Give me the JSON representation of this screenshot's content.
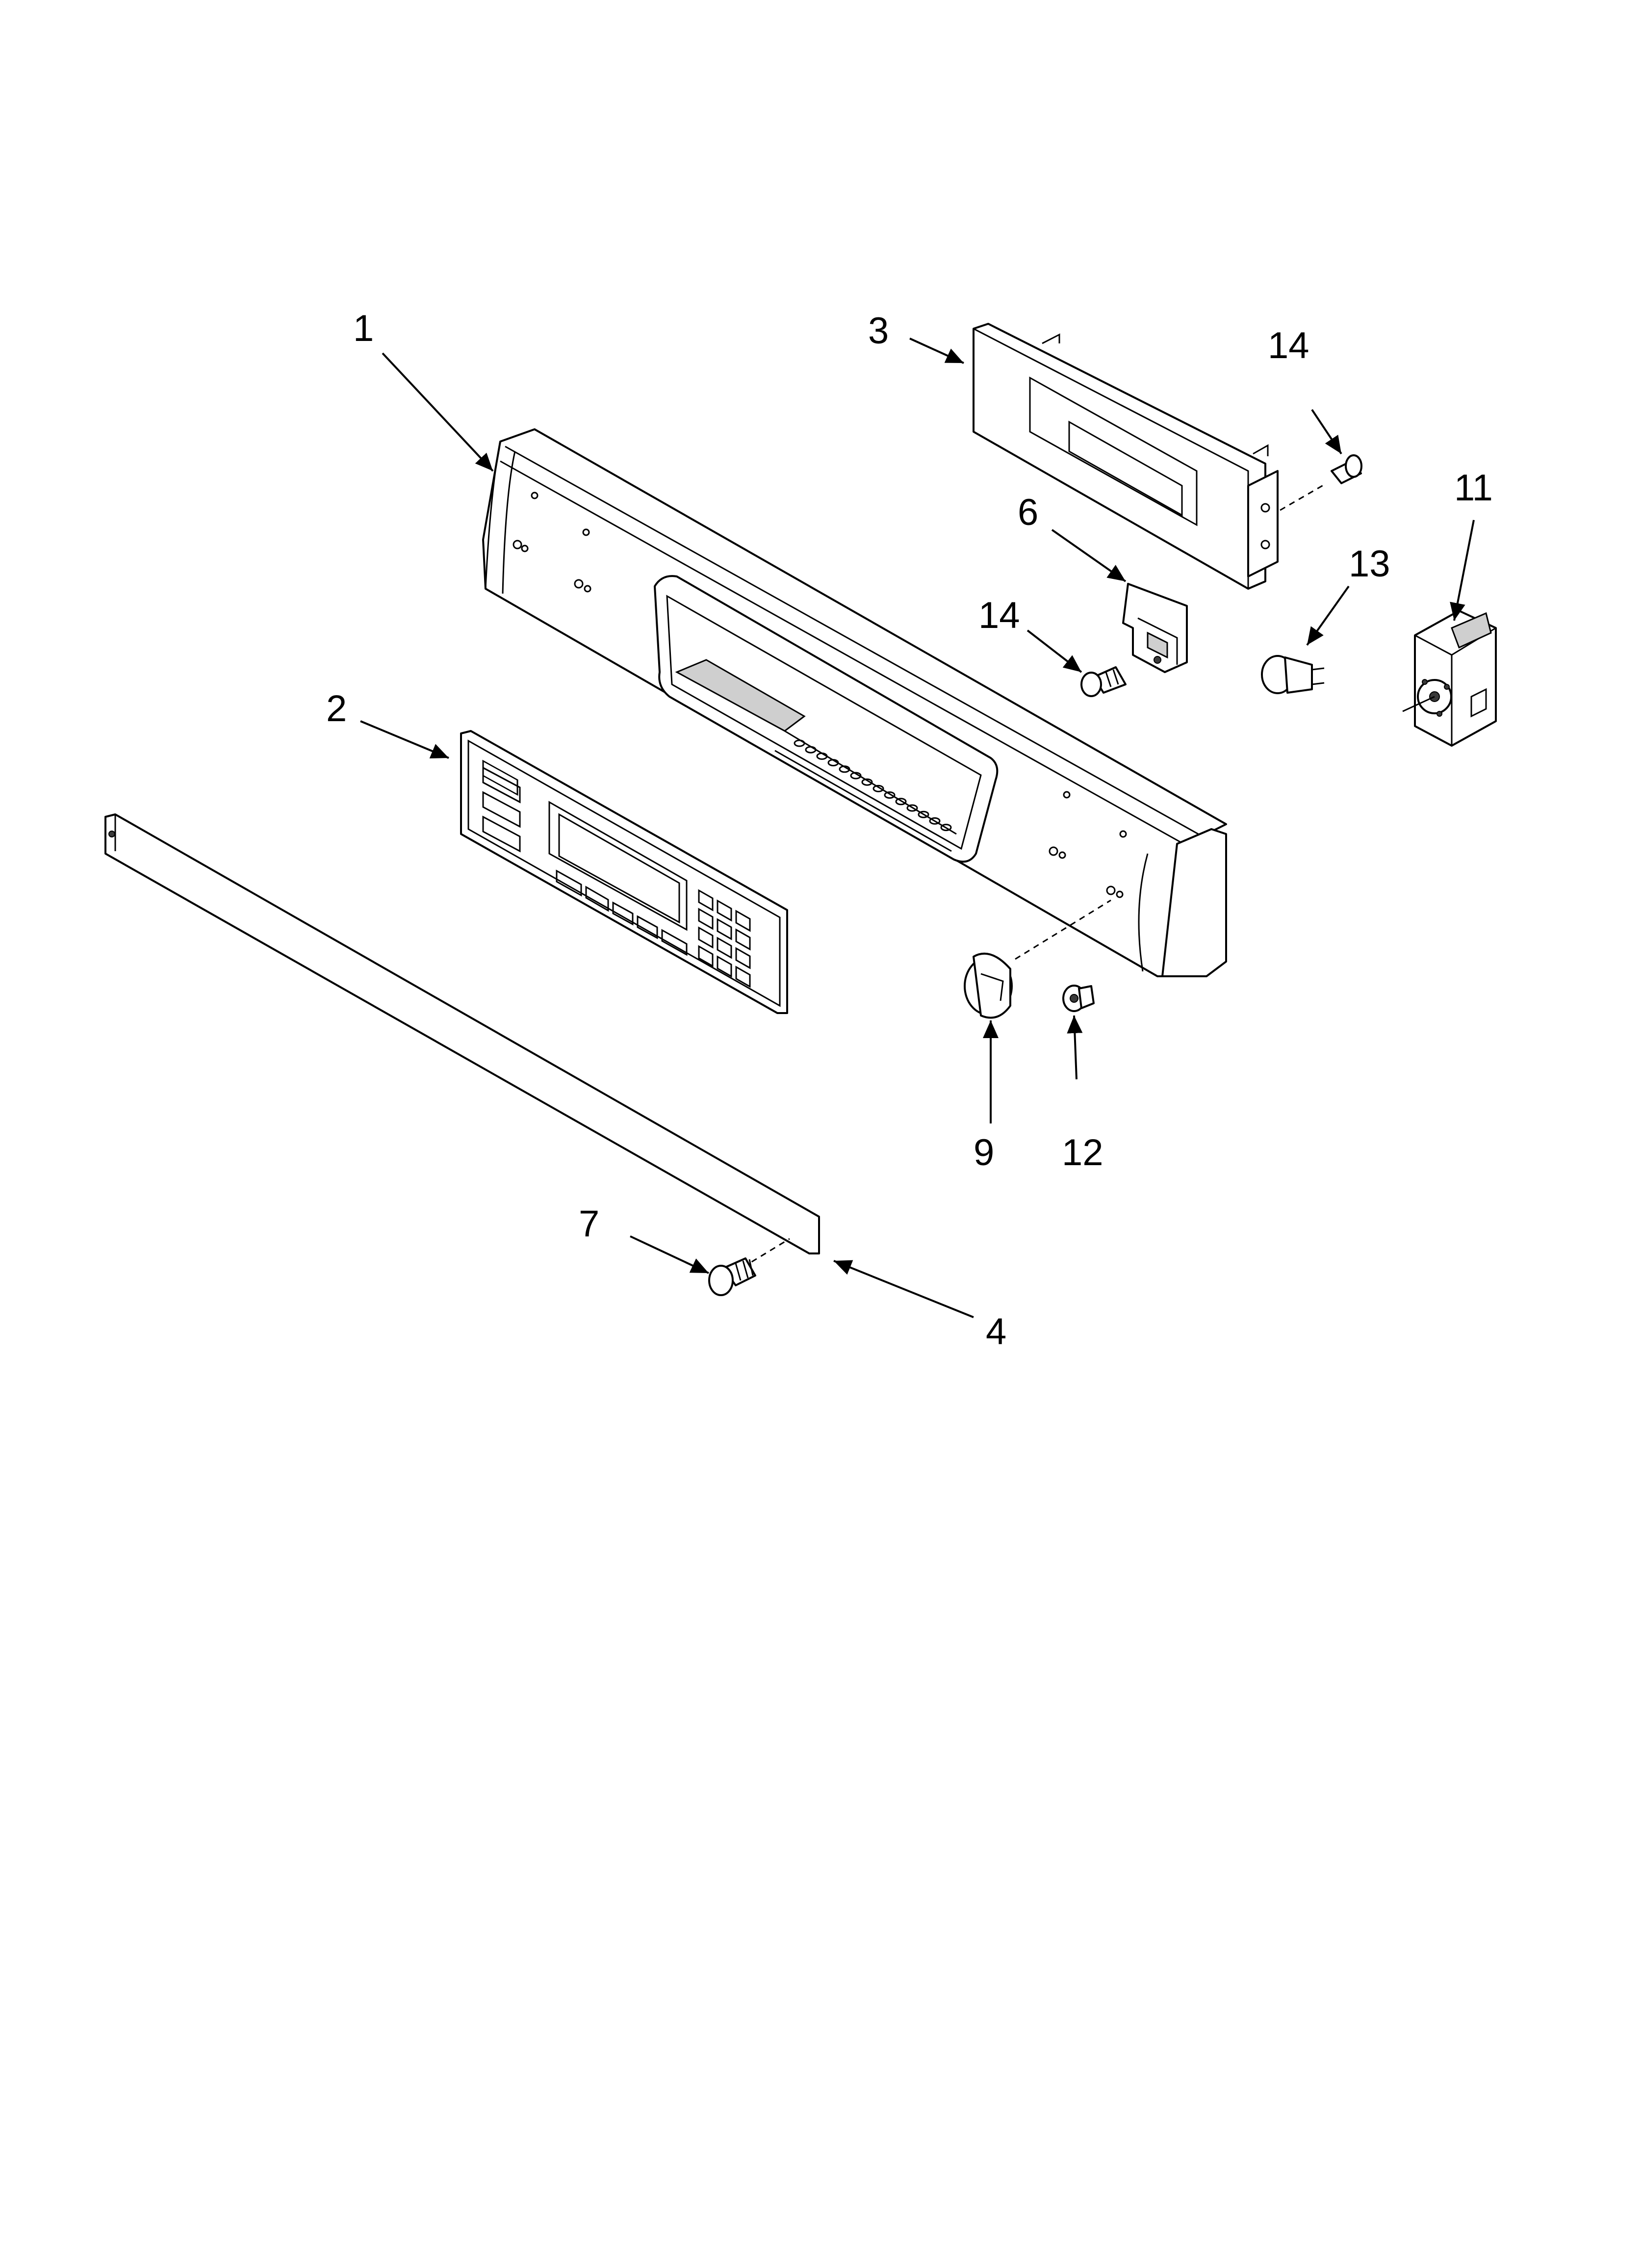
{
  "diagram": {
    "callouts": [
      {
        "id": "c1",
        "label": "1"
      },
      {
        "id": "c2",
        "label": "2"
      },
      {
        "id": "c3",
        "label": "3"
      },
      {
        "id": "c4",
        "label": "4"
      },
      {
        "id": "c6",
        "label": "6"
      },
      {
        "id": "c7",
        "label": "7"
      },
      {
        "id": "c9",
        "label": "9"
      },
      {
        "id": "c11",
        "label": "11"
      },
      {
        "id": "c12",
        "label": "12"
      },
      {
        "id": "c13",
        "label": "13"
      },
      {
        "id": "c14a",
        "label": "14"
      },
      {
        "id": "c14b",
        "label": "14"
      }
    ],
    "colors": {
      "line": "#000000",
      "background": "#ffffff",
      "shade": "#cfcfcf"
    }
  }
}
